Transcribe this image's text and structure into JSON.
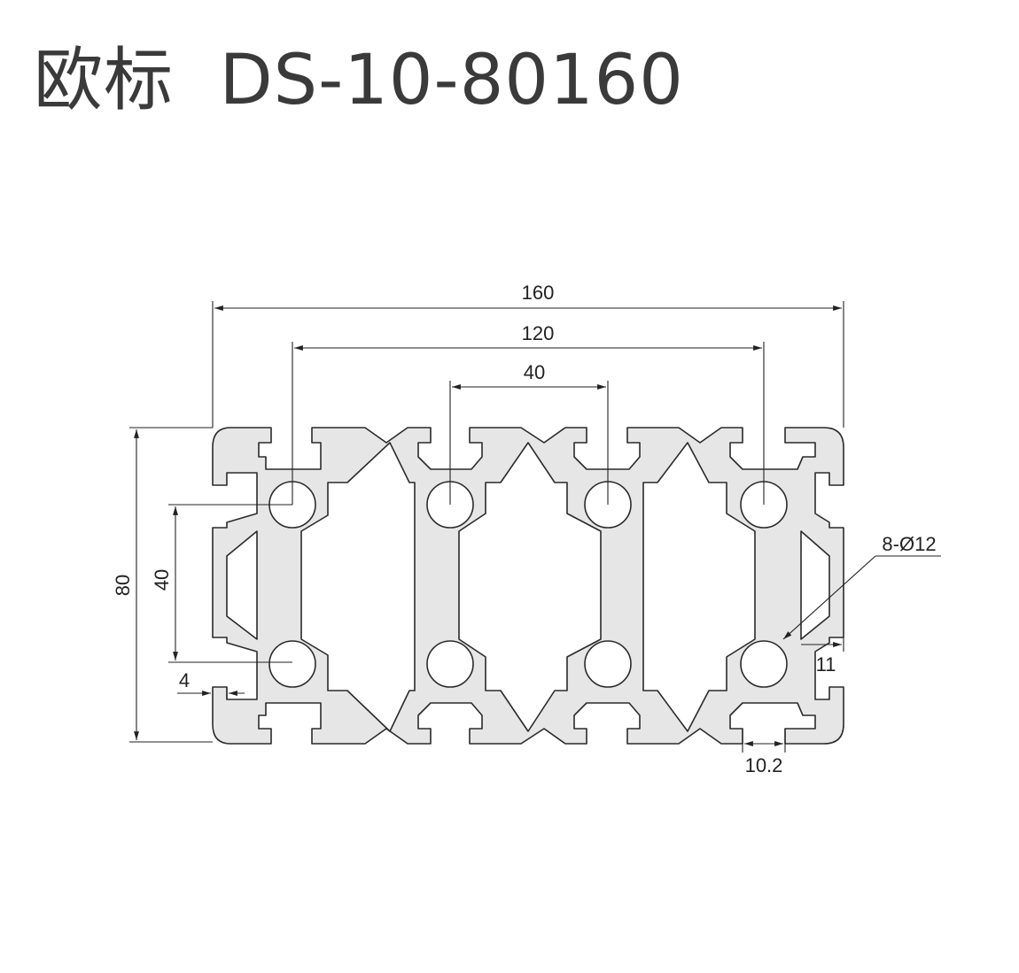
{
  "title": "欧标  DS-10-80160",
  "dimensions": {
    "overall_width": "160",
    "hole_span": "120",
    "center_pitch": "40",
    "overall_height": "80",
    "vertical_pitch": "40",
    "wall": "4",
    "slot_depth": "11",
    "slot_width": "10.2",
    "holes": "8-Ø12"
  },
  "colors": {
    "profile_fill": "#e6e6e6",
    "outline": "#2a2a2a"
  }
}
